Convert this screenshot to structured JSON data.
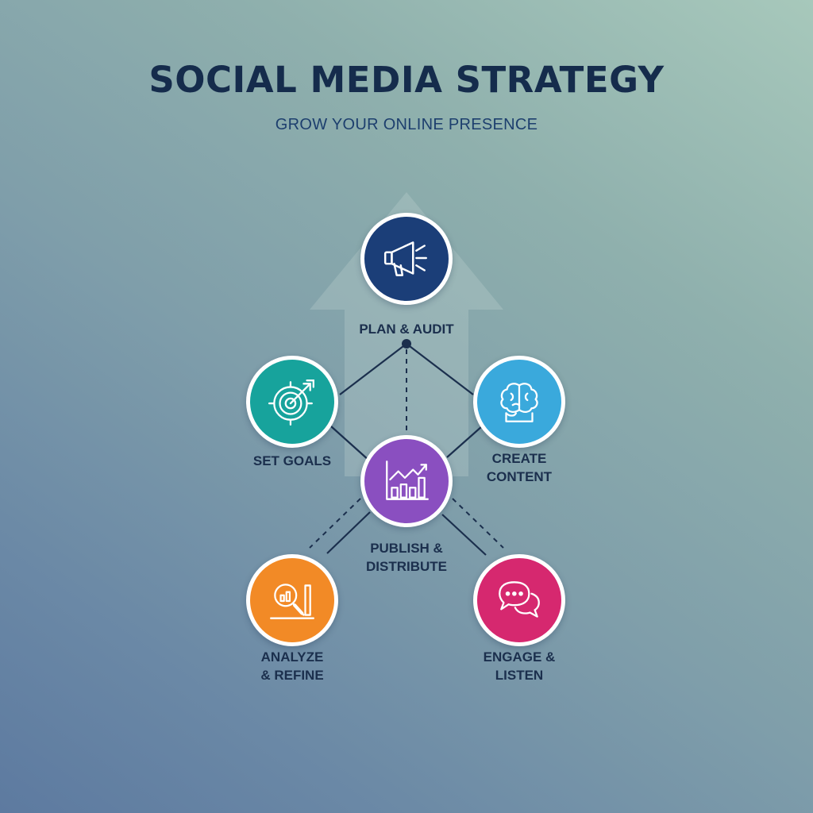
{
  "title": "SOCIAL MEDIA STRATEGY",
  "subtitle": "GROW YOUR ONLINE PRESENCE",
  "nodes": {
    "plan": {
      "lines": [
        "PLAN & AUDIT"
      ],
      "color": "#1b3e78",
      "icon": "megaphone-icon"
    },
    "goals": {
      "lines": [
        "SET GOALS"
      ],
      "color": "#17a39c",
      "icon": "target-icon"
    },
    "create": {
      "lines": [
        "CREATE",
        "CONTENT"
      ],
      "color": "#3aa9dc",
      "icon": "brain-icon"
    },
    "publish": {
      "lines": [
        "PUBLISH &",
        "DISTRIBUTE"
      ],
      "color": "#8a4fc0",
      "icon": "growth-chart-icon"
    },
    "analyze": {
      "lines": [
        "ANALYZE",
        "& REFINE"
      ],
      "color": "#f28a26",
      "icon": "magnifier-chart-icon"
    },
    "engage": {
      "lines": [
        "ENGAGE &",
        "LISTEN"
      ],
      "color": "#d6286f",
      "icon": "chat-bubbles-icon"
    }
  }
}
